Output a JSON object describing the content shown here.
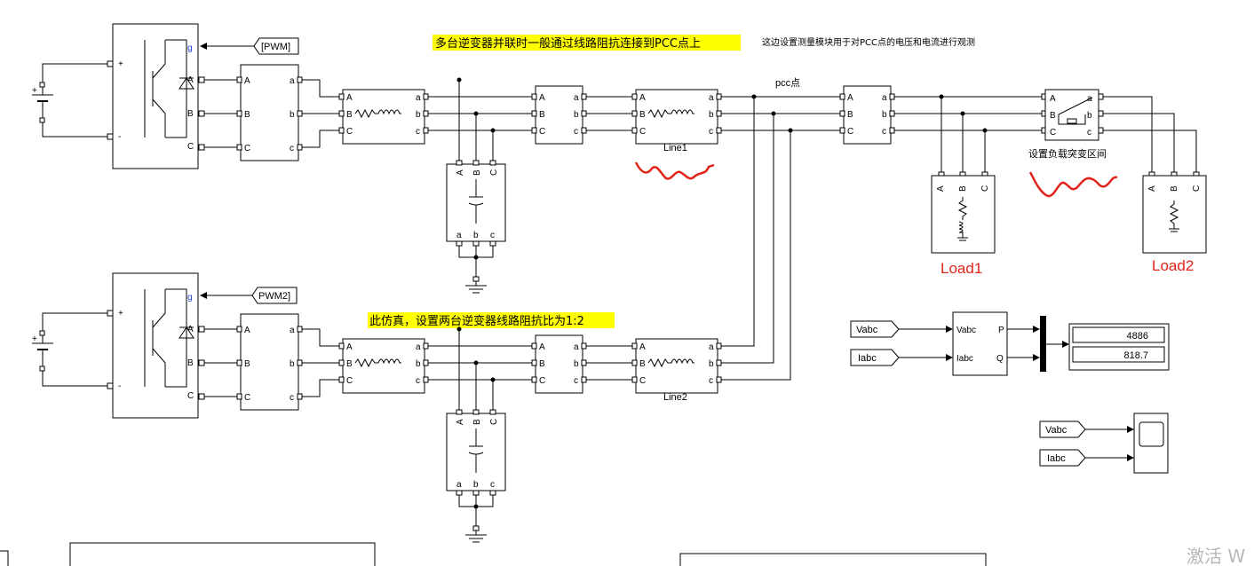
{
  "annotations": {
    "title_note": "多台逆变器并联时一般通过线路阻抗连接到PCC点上",
    "measure_note": "这边设置测量模块用于对PCC点的电压和电流进行观测",
    "sim_note": "此仿真，设置两台逆变器线路阻抗比为1:2",
    "load_note": "设置负载突变区间",
    "pcc_label": "pcc点"
  },
  "tags": {
    "pwm1": "[PWM]",
    "pwm2": "PWM2]",
    "vabc": "Vabc",
    "iabc": "Iabc"
  },
  "ports": {
    "a": "A",
    "b": "B",
    "c": "C",
    "la": "a",
    "lb": "b",
    "lc": "c",
    "g": "g",
    "plus": "+",
    "minus": "-"
  },
  "lines": {
    "line1": "Line1",
    "line2": "Line2"
  },
  "loads": {
    "load1": "Load1",
    "load2": "Load2"
  },
  "pq": {
    "in_v": "Vabc",
    "in_i": "Iabc",
    "out_p": "P",
    "out_q": "Q"
  },
  "display": {
    "p_value": "4886",
    "q_value": "818.7"
  },
  "watermark": "激活 W",
  "colors": {
    "highlight": "#ffff00",
    "annotation_red": "#e2231a",
    "port_blue": "#1a3fd6"
  }
}
